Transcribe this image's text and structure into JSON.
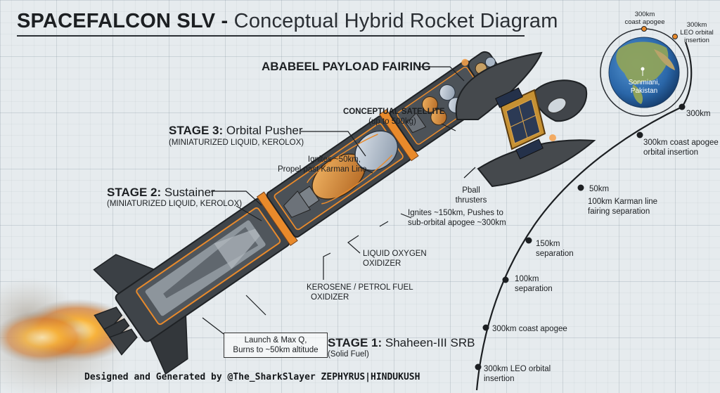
{
  "title": {
    "main": "SPACEFALCON SLV -",
    "rest": "Conceptual Hybrid Rocket Diagram"
  },
  "labels": {
    "fairing": "ABABEEL PAYLOAD FAIRING",
    "satellite_title": "CONCEPTUAL SATELLITE",
    "satellite_sub": "(up to 500kg)",
    "stage3_prefix": "STAGE 3:",
    "stage3_name": "Orbital Pusher",
    "stage3_sub": "(MINIATURIZED LIQUID, KEROLOX)",
    "stage3_ignite_1": "Ignites ~50km,",
    "stage3_ignite_2": "Propel past Karman Line",
    "pball_1": "Pball",
    "pball_2": "thrusters",
    "stage2_prefix": "STAGE 2:",
    "stage2_name": "Sustainer",
    "stage2_sub": "(MINIATURIZED LIQUID, KEROLOX)",
    "stage2_ignite_1": "Ignites ~150km, Pushes to",
    "stage2_ignite_2": "sub-orbital apogee ~300km",
    "lox_1": "LIQUID OXYGEN",
    "lox_2": "OXIDIZER",
    "kero_1": "KEROSENE / PETROL FUEL",
    "kero_2": "OXIDIZER",
    "stage1_prefix": "STAGE 1:",
    "stage1_name": "Shaheen-III SRB",
    "stage1_sub": "(Solid Fuel)",
    "launch_1": "Launch & Max Q,",
    "launch_2": "Burns to ~50km altitude",
    "credit": "Designed and Generated by @The_SharkSlayer ZEPHYRUS|HINDUKUSH"
  },
  "globe": {
    "coast_label": "300km",
    "coast_sub": "coast apogee",
    "leo_label": "300km",
    "leo_sub_1": "LEO orbital",
    "leo_sub_2": "insertion",
    "site_1": "Sonmiani,",
    "site_2": "Pakistan"
  },
  "trajectory": [
    {
      "id": "t1",
      "l1": "300km",
      "l2": ""
    },
    {
      "id": "t2",
      "l1": "300km coast apogee",
      "l2": "orbital insertion"
    },
    {
      "id": "t3",
      "l1": "50km",
      "l2": ""
    },
    {
      "id": "t4",
      "l1": "100km Karman line",
      "l2": "fairing separation"
    },
    {
      "id": "t5",
      "l1": "150km",
      "l2": "separation"
    },
    {
      "id": "t6",
      "l1": "100km",
      "l2": "separation"
    },
    {
      "id": "t7",
      "l1": "300km coast apogee",
      "l2": ""
    },
    {
      "id": "t8",
      "l1": "300km LEO orbital",
      "l2": "insertion"
    }
  ],
  "colors": {
    "hull": "#3f4449",
    "hull_dark": "#2b2f33",
    "accent": "#e98a2b",
    "fuel": "#d38a34",
    "lox": "#aab7c6",
    "ocean": "#2f74b8",
    "land": "#7f9b53"
  }
}
